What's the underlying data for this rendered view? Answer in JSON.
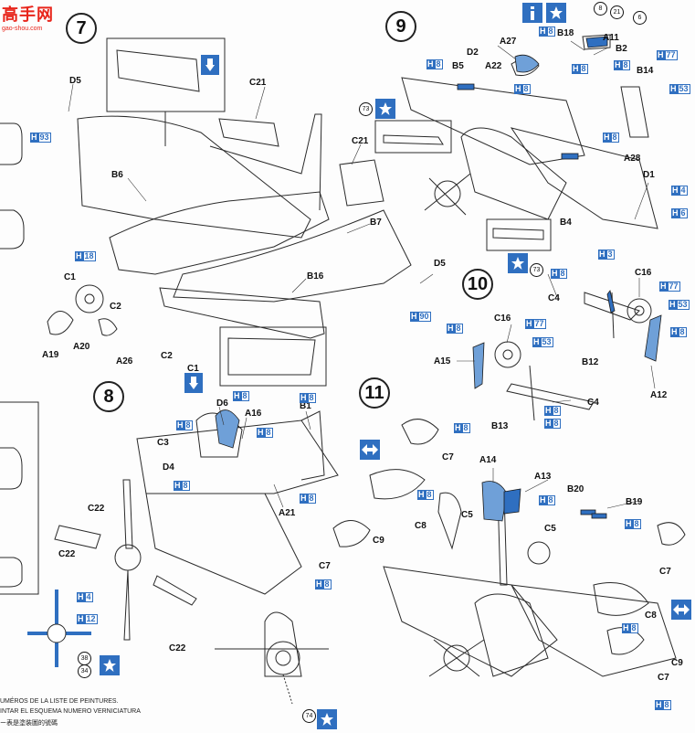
{
  "watermark": {
    "brand": "高手网",
    "url": "gao-shou.com"
  },
  "steps": [
    {
      "number": "7"
    },
    {
      "number": "8"
    },
    {
      "number": "9"
    },
    {
      "number": "10"
    },
    {
      "number": "11"
    }
  ],
  "parts": {
    "D5a": "D5",
    "C21a": "C21",
    "C21b": "C21",
    "B6": "B6",
    "B7": "B7",
    "B16": "B16",
    "D5b": "D5",
    "C1a": "C1",
    "C2a": "C2",
    "A19": "A19",
    "A20": "A20",
    "A26": "A26",
    "C2b": "C2",
    "C1b": "C1",
    "D6": "D6",
    "A16": "A16",
    "B1": "B1",
    "C3": "C3",
    "D4": "D4",
    "A21": "A21",
    "C22a": "C22",
    "C22b": "C22",
    "C22c": "C22",
    "A27": "A27",
    "B18": "B18",
    "A11": "A11",
    "B2": "B2",
    "D2": "D2",
    "B5": "B5",
    "A22": "A22",
    "B14": "B14",
    "A28": "A28",
    "D1": "D1",
    "B4": "B4",
    "C16a": "C16",
    "C4a": "C4",
    "B12": "B12",
    "A12": "A12",
    "C16b": "C16",
    "A15": "A15",
    "C4b": "C4",
    "B13": "B13",
    "C7a": "C7",
    "A14": "A14",
    "A13": "A13",
    "C5a": "C5",
    "C5b": "C5",
    "C8a": "C8",
    "C9a": "C9",
    "C7b": "C7",
    "B20": "B20",
    "B19": "B19",
    "C7c": "C7",
    "C8b": "C8",
    "C9b": "C9",
    "C7d": "C7"
  },
  "paint": {
    "p93": {
      "h": "H",
      "n": "93"
    },
    "p18": {
      "h": "H",
      "n": "18"
    },
    "p90": {
      "h": "H",
      "n": "90"
    },
    "p8_7a": {
      "h": "H",
      "n": "8"
    },
    "p8_8a": {
      "h": "H",
      "n": "8"
    },
    "p8_8b": {
      "h": "H",
      "n": "8"
    },
    "p8_8c": {
      "h": "H",
      "n": "8"
    },
    "p8_8d": {
      "h": "H",
      "n": "8"
    },
    "p8_8e": {
      "h": "H",
      "n": "8"
    },
    "p4_8": {
      "h": "H",
      "n": "4"
    },
    "p12_8": {
      "h": "H",
      "n": "12"
    },
    "p8_9a": {
      "h": "H",
      "n": "8"
    },
    "p8_9b": {
      "h": "H",
      "n": "8"
    },
    "p8_9c": {
      "h": "H",
      "n": "8"
    },
    "p8_9d": {
      "h": "H",
      "n": "8"
    },
    "p8_9e": {
      "h": "H",
      "n": "8"
    },
    "p8_9f": {
      "h": "H",
      "n": "8"
    },
    "p77_9": {
      "h": "H",
      "n": "77"
    },
    "p53_9": {
      "h": "H",
      "n": "53"
    },
    "p4_9": {
      "h": "H",
      "n": "4"
    },
    "p6_9": {
      "h": "H",
      "n": "6"
    },
    "p3_9": {
      "h": "H",
      "n": "3"
    },
    "p8_10a": {
      "h": "H",
      "n": "8"
    },
    "p77_10a": {
      "h": "H",
      "n": "77"
    },
    "p53_10a": {
      "h": "H",
      "n": "53"
    },
    "p8_10b": {
      "h": "H",
      "n": "8"
    },
    "p8_10c": {
      "h": "H",
      "n": "8"
    },
    "p77_10b": {
      "h": "H",
      "n": "77"
    },
    "p53_10b": {
      "h": "H",
      "n": "53"
    },
    "p8_10d": {
      "h": "H",
      "n": "8"
    },
    "p8_10e": {
      "h": "H",
      "n": "8"
    },
    "p8_11a": {
      "h": "H",
      "n": "8"
    },
    "p8_11b": {
      "h": "H",
      "n": "8"
    },
    "p8_11c": {
      "h": "H",
      "n": "8"
    },
    "p8_11d": {
      "h": "H",
      "n": "8"
    },
    "p8_11e": {
      "h": "H",
      "n": "8"
    },
    "p8_11f": {
      "h": "H",
      "n": "8"
    },
    "p8_11g": {
      "h": "H",
      "n": "8"
    }
  },
  "decals": {
    "d73a": "73",
    "d73b": "73",
    "d38": "38",
    "d34": "34",
    "d74": "74",
    "top8": "8",
    "top21": "21",
    "top6": "6"
  },
  "footer": {
    "line1": "UMÉROS DE LA LISTE DE PEINTURES.",
    "line2": "INTAR EL ESQUEMA NUMERO   VERNICIATURA",
    "line3": "ー表是塗裝圖的號碼"
  },
  "colors": {
    "paint_blue": "#2f6fc0",
    "watermark_red": "#e8251b",
    "line": "#2a2a2a"
  }
}
